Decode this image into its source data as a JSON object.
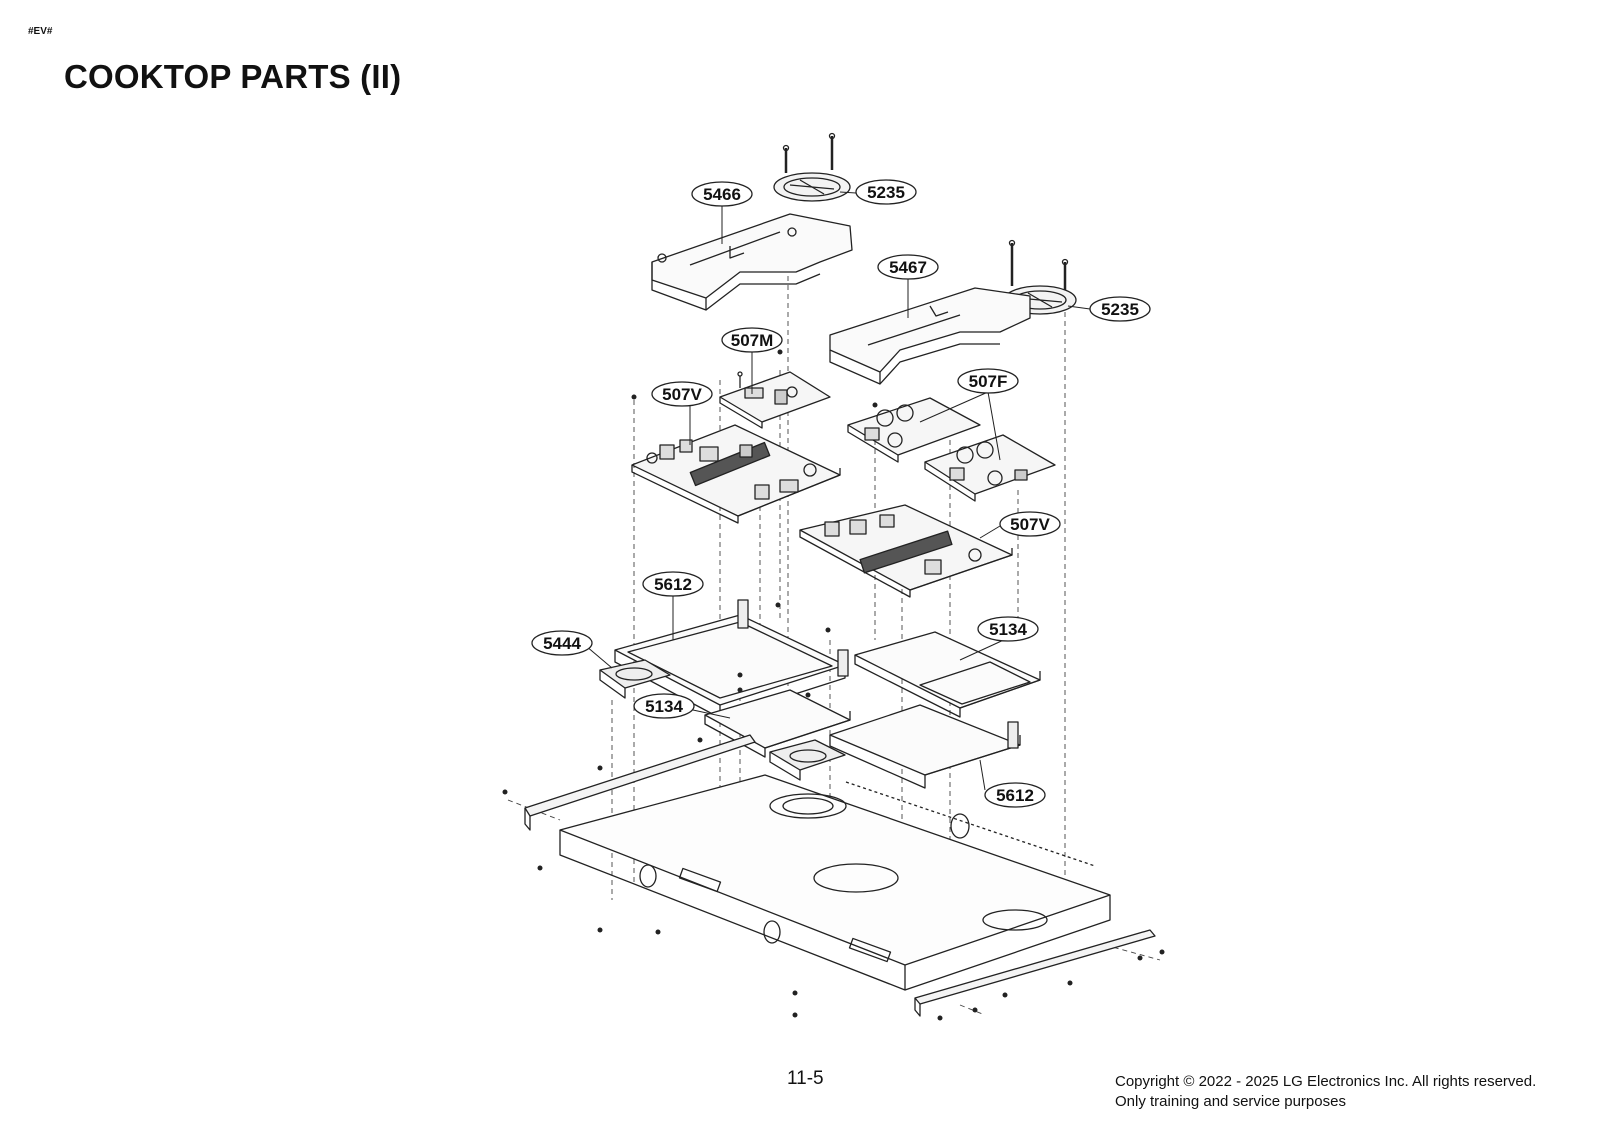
{
  "header": {
    "tag": "#EV#",
    "title": "COOKTOP PARTS (II)"
  },
  "callouts": [
    {
      "id": "c5466",
      "label": "5466"
    },
    {
      "id": "c5235a",
      "label": "5235"
    },
    {
      "id": "c5467",
      "label": "5467"
    },
    {
      "id": "c5235b",
      "label": "5235"
    },
    {
      "id": "c507M",
      "label": "507M"
    },
    {
      "id": "c507Va",
      "label": "507V"
    },
    {
      "id": "c507F",
      "label": "507F"
    },
    {
      "id": "c507Vb",
      "label": "507V"
    },
    {
      "id": "c5612a",
      "label": "5612"
    },
    {
      "id": "c5444",
      "label": "5444"
    },
    {
      "id": "c5134a",
      "label": "5134"
    },
    {
      "id": "c5134b",
      "label": "5134"
    },
    {
      "id": "c5612b",
      "label": "5612"
    }
  ],
  "footer": {
    "page_number": "11-5",
    "copyright_line1": "Copyright © 2022 - 2025 LG Electronics Inc. All rights reserved.",
    "copyright_line2": "Only training and service purposes"
  }
}
